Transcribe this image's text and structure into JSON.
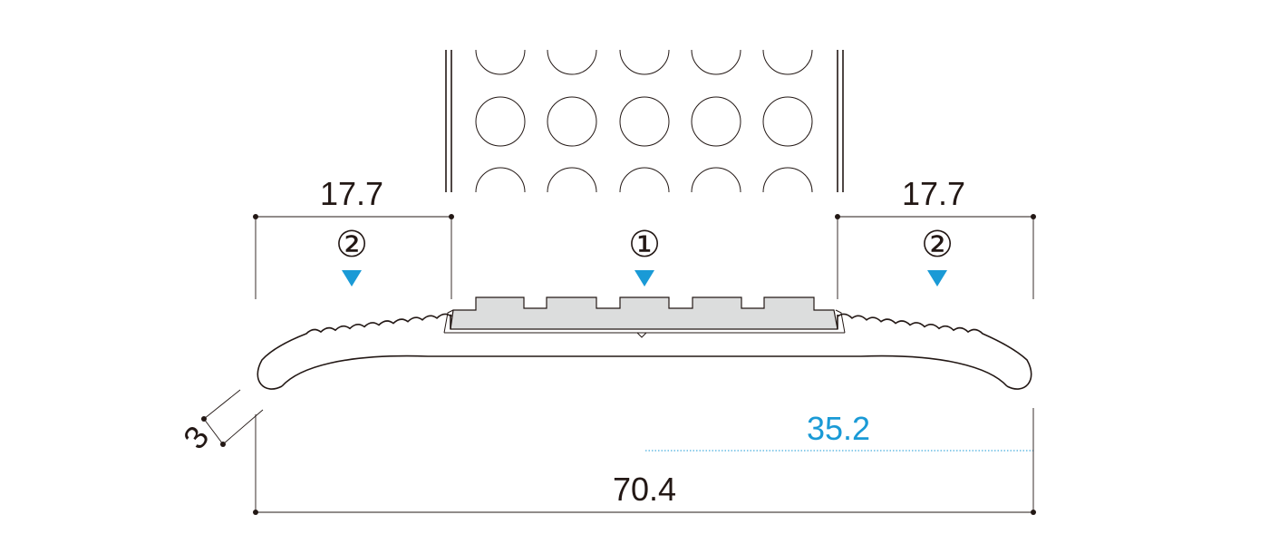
{
  "dimensions": {
    "left_width": "17.7",
    "right_width": "17.7",
    "total_width": "70.4",
    "half_width": "35.2",
    "edge_radius": "3"
  },
  "markers": {
    "center": "①",
    "left": "②",
    "right": "②"
  },
  "colors": {
    "line": "#231815",
    "accent": "#1a9ad6",
    "insert_fill": "#dcdddd"
  }
}
